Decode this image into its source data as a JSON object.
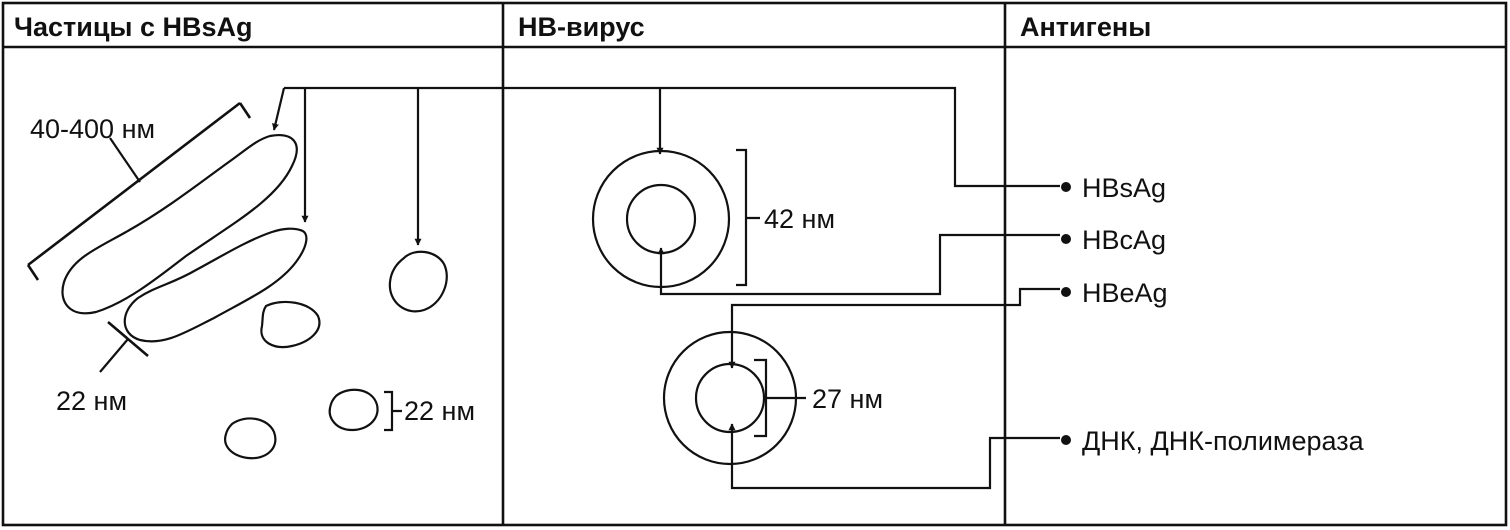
{
  "columns": {
    "particles": "Частицы с HBsAg",
    "virus": "HB-вирус",
    "antigens": "Антигены"
  },
  "dimensions": {
    "filament_length": "40-400 нм",
    "filament_width": "22 нм",
    "sphere_size": "22 нм",
    "virion_size": "42 нм",
    "core_size": "27 нм"
  },
  "antigens": {
    "hbsag": "HBsAg",
    "hbcag": "HBcAg",
    "hbeag": "HBeAg",
    "dna": "ДНК, ДНК-полимераза"
  },
  "colors": {
    "line": "#111111",
    "background": "#ffffff"
  }
}
